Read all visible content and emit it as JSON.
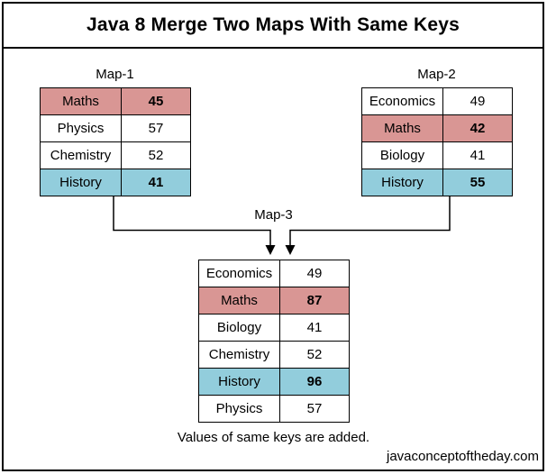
{
  "title": "Java 8 Merge Two Maps With Same Keys",
  "colors": {
    "highlight_pink": "#D99694",
    "highlight_blue": "#92CDDC",
    "border": "#000000"
  },
  "maps": [
    {
      "label": "Map-1",
      "rows": [
        {
          "key": "Maths",
          "value": "45",
          "highlight": "pink"
        },
        {
          "key": "Physics",
          "value": "57",
          "highlight": null
        },
        {
          "key": "Chemistry",
          "value": "52",
          "highlight": null
        },
        {
          "key": "History",
          "value": "41",
          "highlight": "blue"
        }
      ]
    },
    {
      "label": "Map-2",
      "rows": [
        {
          "key": "Economics",
          "value": "49",
          "highlight": null
        },
        {
          "key": "Maths",
          "value": "42",
          "highlight": "pink"
        },
        {
          "key": "Biology",
          "value": "41",
          "highlight": null
        },
        {
          "key": "History",
          "value": "55",
          "highlight": "blue"
        }
      ]
    },
    {
      "label": "Map-3",
      "rows": [
        {
          "key": "Economics",
          "value": "49",
          "highlight": null
        },
        {
          "key": "Maths",
          "value": "87",
          "highlight": "pink"
        },
        {
          "key": "Biology",
          "value": "41",
          "highlight": null
        },
        {
          "key": "Chemistry",
          "value": "52",
          "highlight": null
        },
        {
          "key": "History",
          "value": "96",
          "highlight": "blue"
        },
        {
          "key": "Physics",
          "value": "57",
          "highlight": null
        }
      ]
    }
  ],
  "caption": "Values of same keys are added.",
  "watermark": "javaconceptoftheday.com"
}
